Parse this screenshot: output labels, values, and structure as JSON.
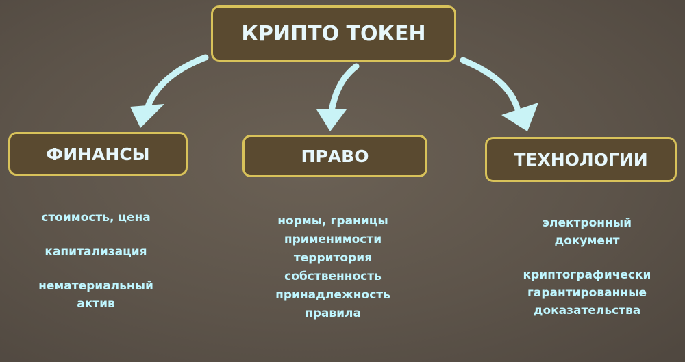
{
  "root": {
    "label": "КРИПТО ТОКЕН"
  },
  "branches": [
    {
      "label": "ФИНАНСЫ",
      "items": [
        {
          "lines": [
            "стоимость, цена"
          ]
        },
        {
          "lines": [
            "капитализация"
          ]
        },
        {
          "lines": [
            "нематериальный",
            "актив"
          ]
        }
      ]
    },
    {
      "label": "ПРАВО",
      "items": [
        {
          "lines": [
            "нормы, границы",
            "применимости",
            "территория",
            "собственность",
            "принадлежность",
            "правила"
          ]
        }
      ]
    },
    {
      "label": "ТЕХНОЛОГИИ",
      "items": [
        {
          "lines": [
            "электронный",
            "документ"
          ]
        },
        {
          "lines": [
            "криптографически",
            "гарантированные",
            "доказательства"
          ]
        }
      ]
    }
  ],
  "colors": {
    "box_fill": "#5a4a30",
    "box_border": "#d8c25a",
    "box_text": "#e7f7fb",
    "item_text": "#bff6ff",
    "arrow": "#c9f3f6",
    "background": "#5d544a"
  }
}
